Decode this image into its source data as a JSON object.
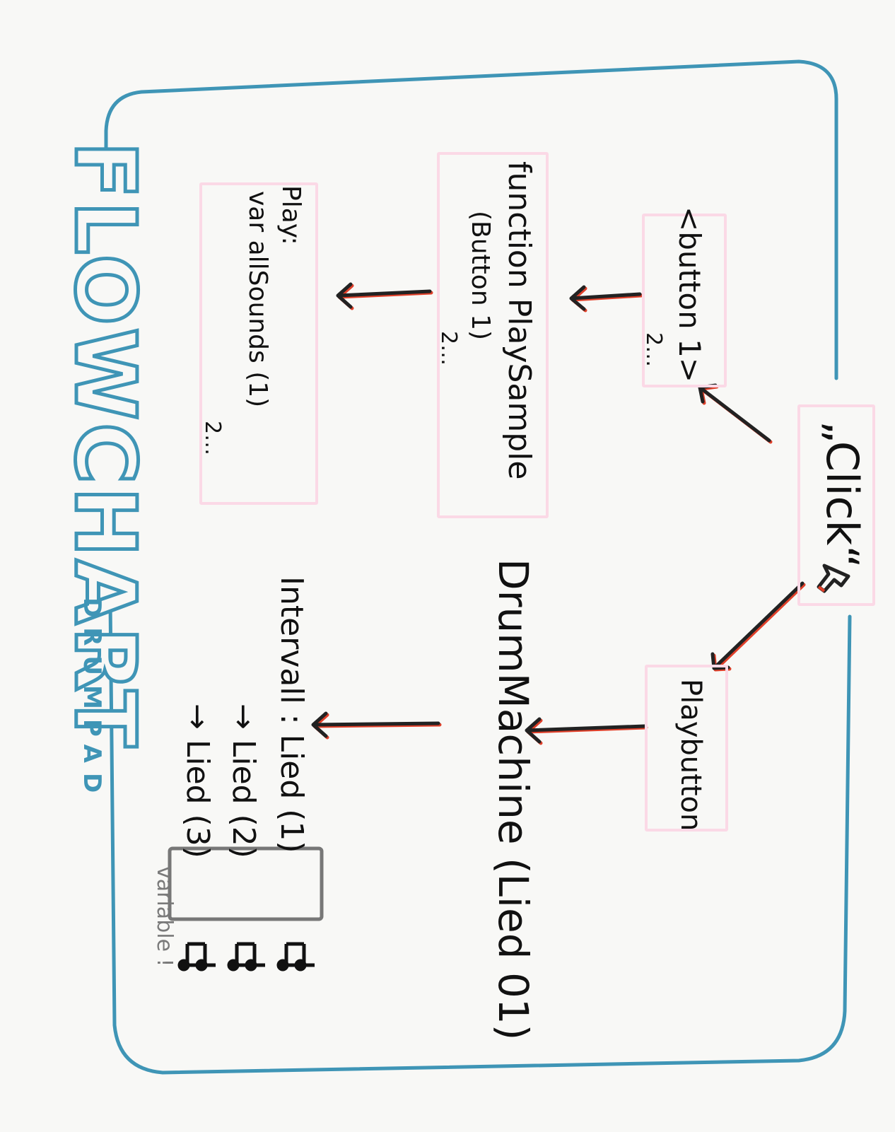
{
  "title": "FLOWCHART",
  "subtitle": "DRUMPAD",
  "nodes": {
    "click": "„Click“",
    "button": "<button 1>",
    "button_more": "2…",
    "function_line1": "function   PlaySample",
    "function_line2": "(Button 1)",
    "function_more": "2…",
    "play_line1": "Play:",
    "play_line2": "var allSounds (1)",
    "play_more": "2…",
    "playbutton": "Playbutton",
    "drummachine": "DrumMachine (Lied 01)",
    "interval_line1": "Intervall : Lied (1)",
    "interval_line2": "→ Lied (2)",
    "interval_line3": "→ Lied (3)",
    "variable_note": "variable !"
  },
  "colors": {
    "frame": "#3f95b6",
    "node_box": "#fbd9e6",
    "arrow": "#222222",
    "arrow_shadow": "#e0402a",
    "variable_box": "#777777"
  }
}
